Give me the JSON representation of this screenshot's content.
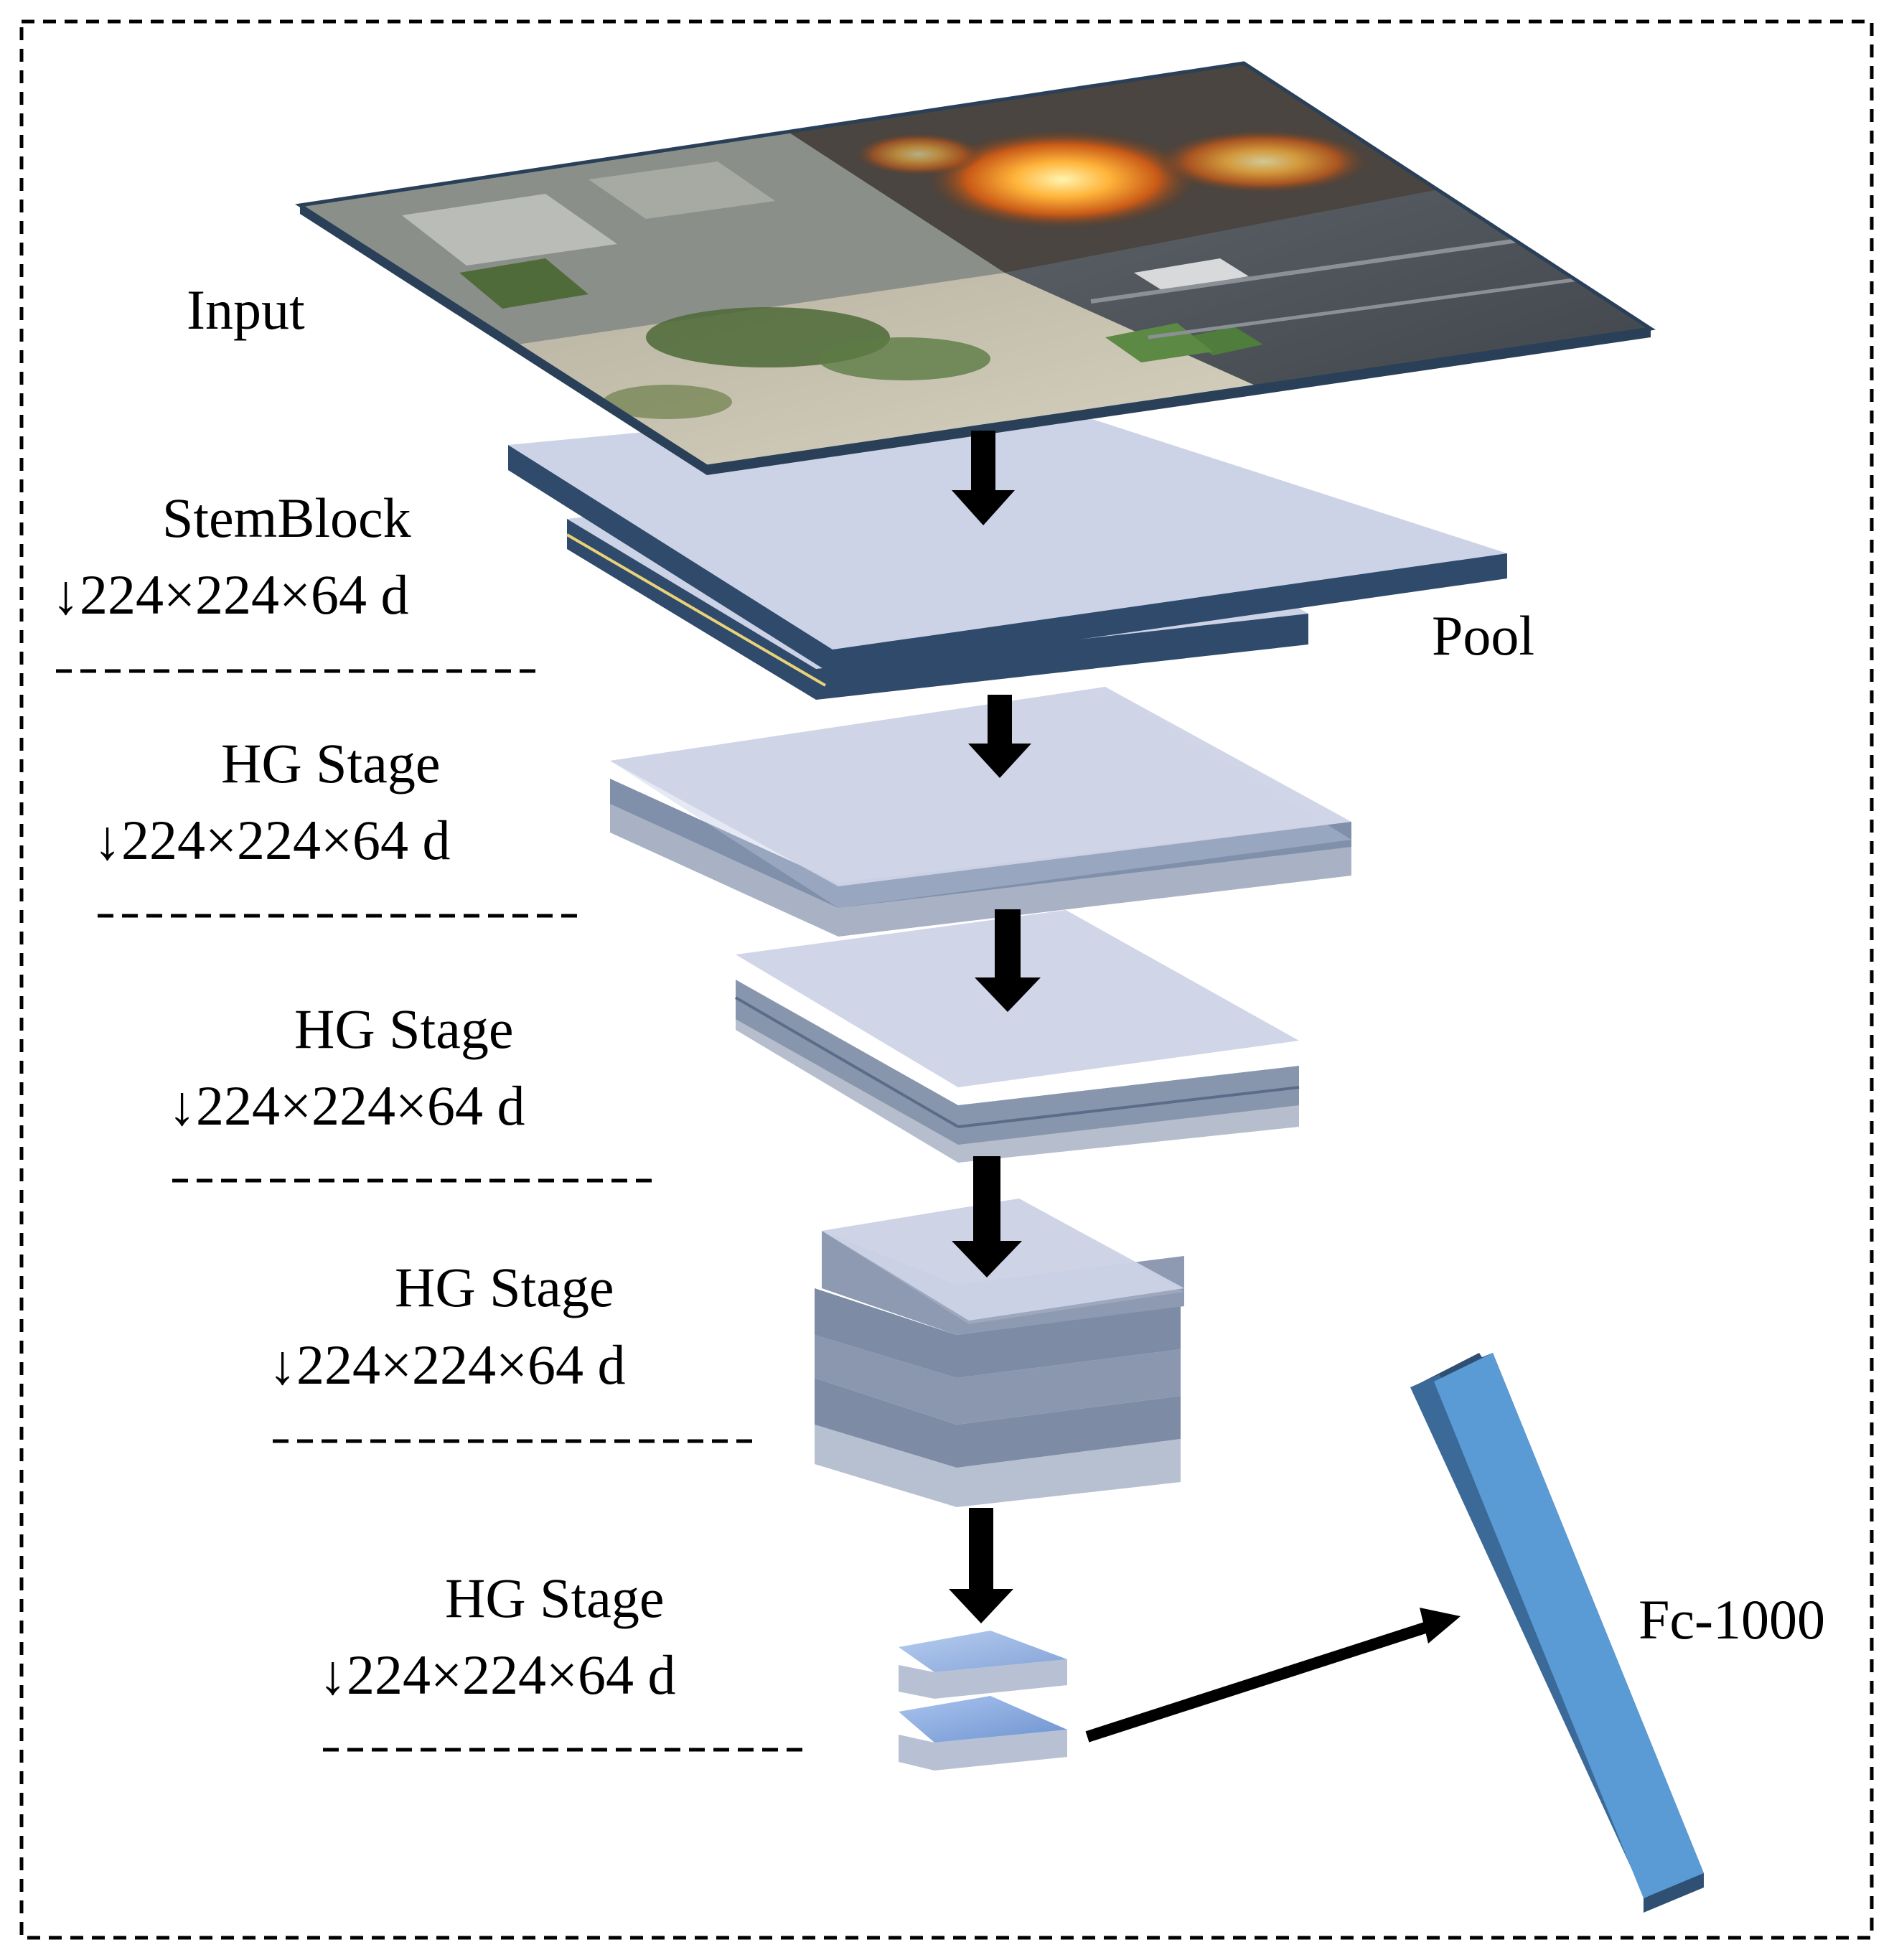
{
  "input_label": "Input",
  "pool_label": "Pool",
  "fc_label": "Fc-1000",
  "stages": [
    {
      "name": "StemBlock",
      "dims": "↓224×224×64 d"
    },
    {
      "name": "HG Stage",
      "dims": "↓224×224×64 d"
    },
    {
      "name": "HG Stage",
      "dims": "↓224×224×64 d"
    },
    {
      "name": "HG Stage",
      "dims": "↓224×224×64 d"
    },
    {
      "name": "HG Stage",
      "dims": "↓224×224×64 d"
    }
  ],
  "colors": {
    "layer_top": "#cdd3e6",
    "layer_side": "#2f4a6b",
    "stage_side": "#8f9ab0",
    "fc_front": "#5b9bd5",
    "fc_side": "#2f4f73"
  }
}
